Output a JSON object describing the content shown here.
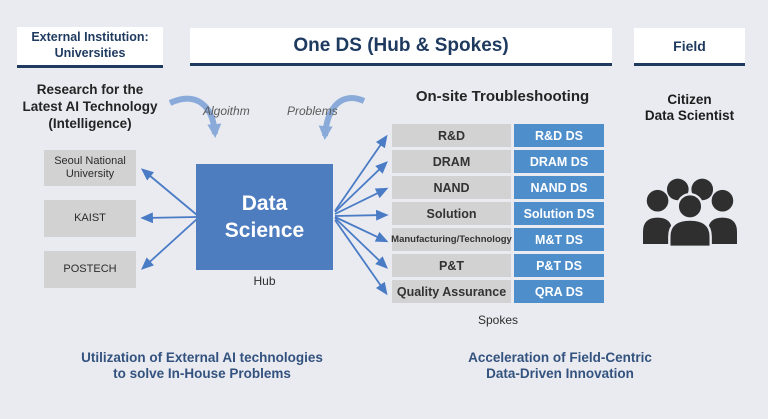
{
  "colors": {
    "background": "#e9ebf1",
    "navy": "#1e3a5f",
    "hub_blue": "#4d7cbf",
    "spoke_blue": "#4e8ecb",
    "arrow_blue": "#4a7bc5",
    "curved_arrow_blue": "#8aabda",
    "box_gray": "#d2d2d2",
    "caption_navy": "#33527e",
    "people_icon": "#2f2f2f"
  },
  "headers": {
    "external": {
      "line1": "External Institution:",
      "line2": "Universities"
    },
    "center": "One DS (Hub & Spokes)",
    "field": "Field"
  },
  "left_section": {
    "research": {
      "line1": "Research for the",
      "line2": "Latest AI Technology",
      "line3": "(Intelligence)"
    },
    "universities": [
      "Seoul National University",
      "KAIST",
      "POSTECH"
    ]
  },
  "hub": {
    "line1": "Data",
    "line2": "Science",
    "label": "Hub"
  },
  "flow_labels": {
    "algorithm": "Algoithm",
    "problems": "Problems"
  },
  "spokes": {
    "title": "On-site Troubleshooting",
    "label": "Spokes",
    "rows": [
      {
        "dept": "R&D",
        "ds": "R&D DS"
      },
      {
        "dept": "DRAM",
        "ds": "DRAM DS"
      },
      {
        "dept": "NAND",
        "ds": "NAND DS"
      },
      {
        "dept": "Solution",
        "ds": "Solution DS"
      },
      {
        "dept": "Manufacturing/Technology",
        "ds": "M&T DS"
      },
      {
        "dept": "P&T",
        "ds": "P&T DS"
      },
      {
        "dept": "Quality Assurance",
        "ds": "QRA DS"
      }
    ]
  },
  "field_section": {
    "line1": "Citizen",
    "line2": "Data Scientist",
    "icon": "people-group-icon"
  },
  "captions": {
    "left": {
      "line1": "Utilization of External AI technologies",
      "line2": "to solve In-House Problems"
    },
    "right": {
      "line1": "Acceleration of Field-Centric",
      "line2": "Data-Driven Innovation"
    }
  }
}
